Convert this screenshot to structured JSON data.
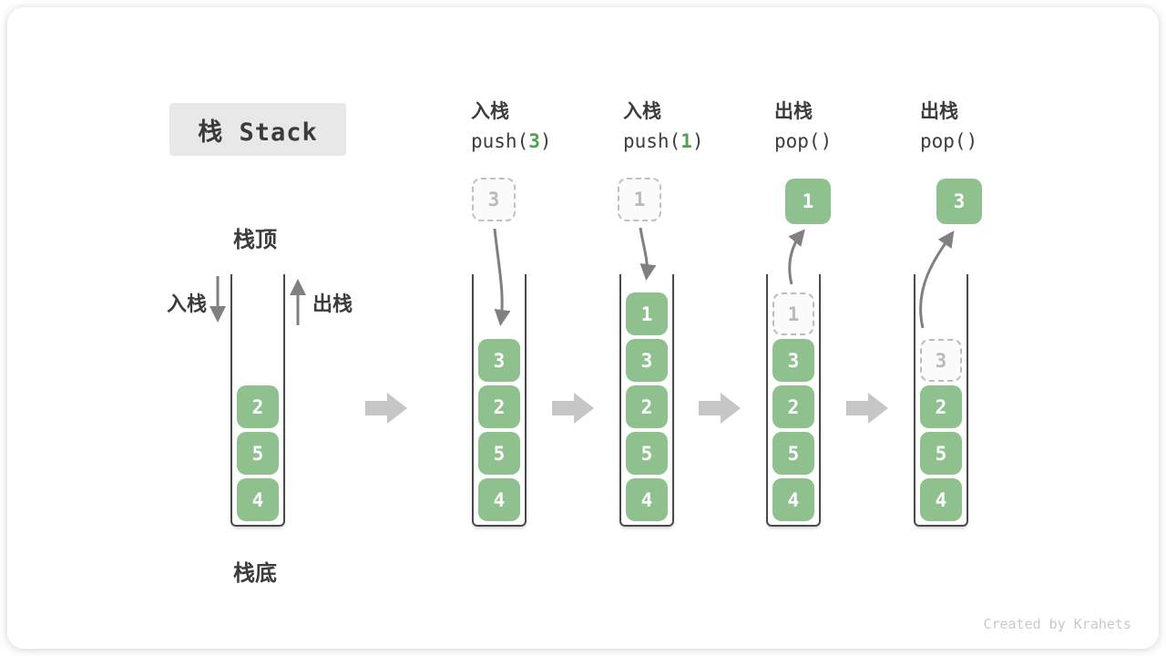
{
  "title": "栈 Stack",
  "watermark": "Created by Krahets",
  "labels": {
    "stack_top": "栈顶",
    "stack_bottom": "栈底",
    "push_side": "入栈",
    "pop_side": "出栈"
  },
  "columns": [
    {
      "label": "入栈",
      "code_pre": "push(",
      "code_arg": "3",
      "code_post": ")"
    },
    {
      "label": "入栈",
      "code_pre": "push(",
      "code_arg": "1",
      "code_post": ")"
    },
    {
      "label": "出栈",
      "code_pre": "pop(",
      "code_arg": "",
      "code_post": ")"
    },
    {
      "label": "出栈",
      "code_pre": "pop(",
      "code_arg": "",
      "code_post": ")"
    }
  ],
  "stacks": [
    {
      "cells": [
        {
          "value": "2"
        },
        {
          "value": "5"
        },
        {
          "value": "4"
        }
      ]
    },
    {
      "flying": {
        "value": "3",
        "style": "dashed"
      },
      "cells": [
        {
          "value": "3"
        },
        {
          "value": "2"
        },
        {
          "value": "5"
        },
        {
          "value": "4"
        }
      ]
    },
    {
      "flying": {
        "value": "1",
        "style": "dashed"
      },
      "cells": [
        {
          "value": "1"
        },
        {
          "value": "3"
        },
        {
          "value": "2"
        },
        {
          "value": "5"
        },
        {
          "value": "4"
        }
      ]
    },
    {
      "flying": {
        "value": "1",
        "style": "solid"
      },
      "cells": [
        {
          "value": "1",
          "ghost": true
        },
        {
          "value": "3"
        },
        {
          "value": "2"
        },
        {
          "value": "5"
        },
        {
          "value": "4"
        }
      ]
    },
    {
      "flying": {
        "value": "3",
        "style": "solid"
      },
      "cells": [
        {
          "value": "3",
          "ghost": true
        },
        {
          "value": "2"
        },
        {
          "value": "5"
        },
        {
          "value": "4"
        }
      ]
    }
  ],
  "colors": {
    "cell_green": "#8fc18f",
    "code_arg_green": "#4fa14f",
    "arrow_gray": "#808080",
    "flow_arrow_gray": "#c6c6c6",
    "title_bg": "#e8e8e8",
    "text_dark": "#3c3c3c",
    "ghost_gray": "#b9b9b9"
  }
}
